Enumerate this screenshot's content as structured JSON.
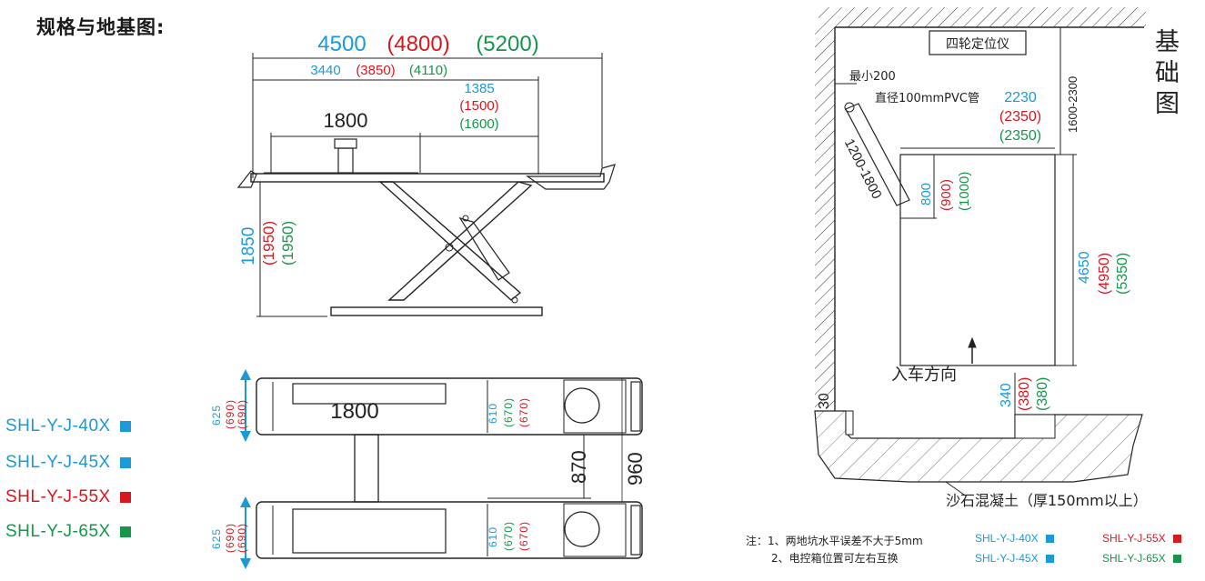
{
  "title": "规格与地基图:",
  "colors": {
    "blue": "#1c9ad6",
    "red": "#d7191f",
    "green": "#17954a",
    "line": "#222222"
  },
  "side_view": {
    "length_total": "4500",
    "length_total_55": "(4800)",
    "length_total_65": "(5200)",
    "deck": "3440",
    "deck_55": "(3850)",
    "deck_65": "(4110)",
    "ext": "1385",
    "ext_55": "(1500)",
    "ext_65": "(1600)",
    "platform": "1800",
    "height": "1850",
    "height_55": "(1950)",
    "height_65": "(1950)"
  },
  "top_view": {
    "length": "1800",
    "width_outer": "625",
    "width_outer_55": "(690)",
    "width_outer_65": "(690)",
    "width_inner": "610",
    "width_inner_55": "(670)",
    "width_inner_65": "(670)",
    "gap": "870",
    "span": "960"
  },
  "models": [
    {
      "name": "SHL-Y-J-40X",
      "color": "#1c9ad6"
    },
    {
      "name": "SHL-Y-J-45X",
      "color": "#1c9ad6"
    },
    {
      "name": "SHL-Y-J-55X",
      "color": "#d7191f"
    },
    {
      "name": "SHL-Y-J-65X",
      "color": "#17954a"
    }
  ],
  "foundation": {
    "label_vert": [
      "基",
      "础",
      "图"
    ],
    "aligner_box": "四轮定位仪",
    "min_dist": "最小200",
    "pipe": "直径100mmPVC管",
    "pipe_len": "1200-1800",
    "wall_dist": "1600-2300",
    "pit_w": "2230",
    "pit_w_55": "(2350)",
    "pit_w_65": "(2350)",
    "offset": "800",
    "offset_55": "(900)",
    "offset_65": "(1000)",
    "pit_len": "4650",
    "pit_len_55": "(4950)",
    "pit_len_65": "(5350)",
    "entry": "入车方向",
    "depth": "340",
    "depth_55": "(380)",
    "depth_65": "(380)",
    "lip": "30",
    "concrete": "沙石混凝土（厚150mm以上）"
  },
  "notes": {
    "line1": "注：1、两地坑水平误差不大于5mm",
    "line2": "2、电控箱位置可左右互换"
  },
  "legend": [
    {
      "name": "SHL-Y-J-40X",
      "color": "#1c9ad6"
    },
    {
      "name": "SHL-Y-J-55X",
      "color": "#d7191f"
    },
    {
      "name": "SHL-Y-J-45X",
      "color": "#1c9ad6"
    },
    {
      "name": "SHL-Y-J-65X",
      "color": "#17954a"
    }
  ]
}
